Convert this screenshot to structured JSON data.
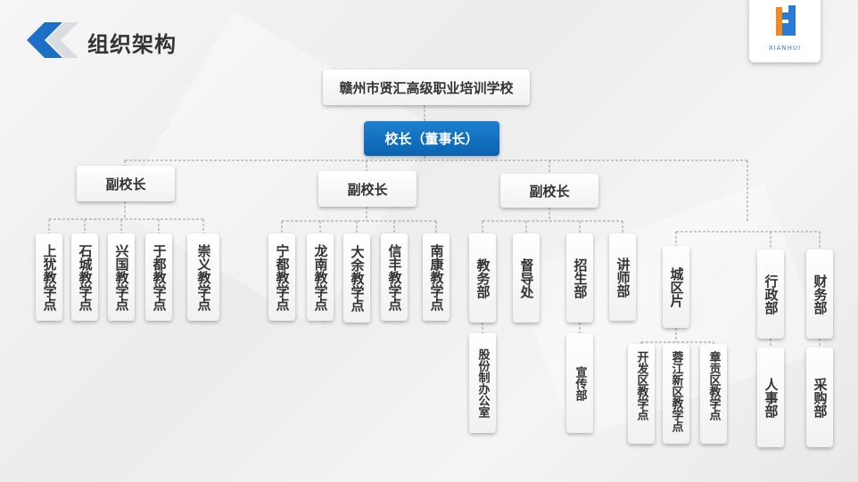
{
  "page": {
    "title": "组织架构"
  },
  "logo": {
    "text": "XIANHUI"
  },
  "org": {
    "school": "赣州市贤汇高级职业培训学校",
    "principal": "校长（董事长）",
    "vice_principals": [
      "副校长",
      "副校长",
      "副校长"
    ],
    "group1_points": [
      "上犹教学点",
      "石城教学点",
      "兴国教学点",
      "于都教学点",
      "崇义教学点"
    ],
    "group2_points": [
      "宁都教学点",
      "龙南教学点",
      "大余教学点",
      "信丰教学点",
      "南康教学点"
    ],
    "departments": {
      "academic": "教务部",
      "shares": "股份制办公室",
      "supervision": "督导处",
      "admissions": "招生部",
      "publicity": "宣传部",
      "lecturers": "讲师部",
      "city_area": "城区片",
      "kaifa": "开发区教学点",
      "rongjiang": "蓉江新区教学点",
      "zhanggong": "章贡区教学点",
      "admin": "行政部",
      "hr": "人事部",
      "finance": "财务部",
      "purchasing": "采购部"
    }
  },
  "colors": {
    "accent": "#0a63b0",
    "line": "#9a9a9a",
    "text": "#333333"
  }
}
